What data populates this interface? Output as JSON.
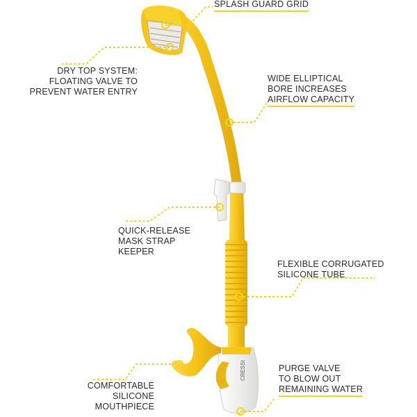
{
  "colors": {
    "accent": "#f2d51c",
    "tube": "#f7c51a",
    "tube_shadow": "#e0a90f",
    "white_part": "#f2f2ef",
    "text": "#2b2b2b"
  },
  "mouthpiece_brand": "CRESSI",
  "labels": {
    "splash_guard": [
      "SPLASH GUARD GRID"
    ],
    "dry_top": [
      "DRY TOP SYSTEM:",
      "FLOATING VALVE TO",
      "PREVENT WATER ENTRY"
    ],
    "bore": [
      "WIDE ELLIPTICAL",
      "BORE INCREASES",
      "AIRFLOW CAPACITY"
    ],
    "keeper": [
      "QUICK-RELEASE",
      "MASK STRAP",
      "KEEPER"
    ],
    "corrugated": [
      "FLEXIBLE CORRUGATED",
      "SILICONE TUBE"
    ],
    "purge": [
      "PURGE VALVE",
      "TO BLOW OUT",
      "REMAINING WATER"
    ],
    "mouthpiece": [
      "COMFORTABLE",
      "SILICONE",
      "MOUTHPIECE"
    ]
  }
}
